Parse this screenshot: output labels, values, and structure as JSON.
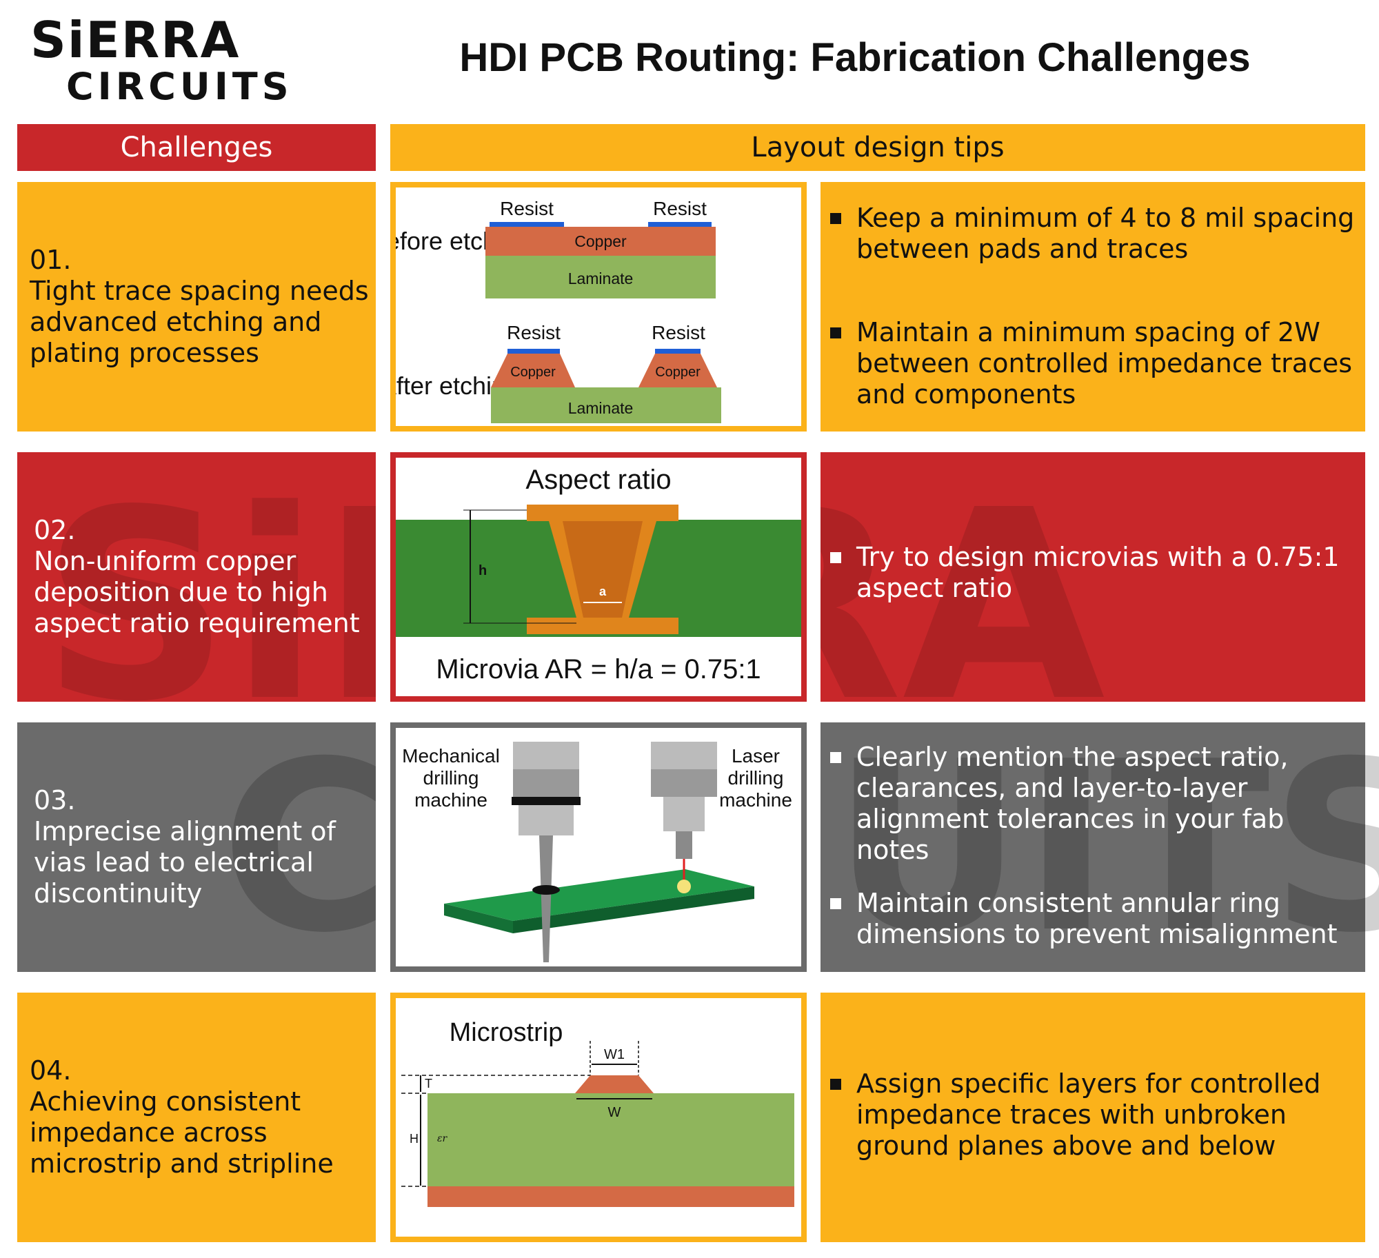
{
  "logo": {
    "line1": "SiERRA",
    "line2": "CIRCUITS"
  },
  "title": "HDI PCB Routing: Fabrication Challenges",
  "headers": {
    "challenges": "Challenges",
    "tips": "Layout design tips"
  },
  "colors": {
    "yellow": "#fbb21a",
    "red": "#c8272a",
    "grey": "#6b6b6b",
    "copper": "#d46a45",
    "laminate": "#8fb55c",
    "resist": "#1f5fd6",
    "board_green": "#3a8a32"
  },
  "rows": [
    {
      "number": "01.",
      "challenge": "Tight trace spacing needs advanced etching and plating processes",
      "tips": [
        "Keep a minimum of 4 to 8 mil spacing between pads and traces",
        "Maintain a minimum spacing of 2W between controlled impedance traces and components"
      ],
      "diagram": {
        "before": "Before etching",
        "after": "After etching",
        "resist": "Resist",
        "copper": "Copper",
        "laminate": "Laminate"
      }
    },
    {
      "number": "02.",
      "challenge": "Non-uniform copper deposition due to high aspect ratio requirement",
      "tips": [
        "Try to design microvias with a 0.75:1 aspect ratio"
      ],
      "diagram": {
        "title": "Aspect ratio",
        "h": "h",
        "a": "a",
        "formula": "Microvia AR = h/a = 0.75:1"
      }
    },
    {
      "number": "03.",
      "challenge": "Imprecise alignment of vias lead to electrical discontinuity",
      "tips": [
        "Clearly mention the aspect ratio, clearances, and layer-to-layer alignment tolerances in your fab notes",
        "Maintain consistent annular ring dimensions to prevent misalignment"
      ],
      "diagram": {
        "mech": "Mechanical drilling machine",
        "laser": "Laser drilling machine"
      }
    },
    {
      "number": "04.",
      "challenge": "Achieving consistent impedance across microstrip and stripline",
      "tips": [
        "Assign specific layers for controlled impedance traces with unbroken ground planes above and below"
      ],
      "diagram": {
        "title": "Microstrip",
        "w1": "W1",
        "w": "W",
        "t": "T",
        "h": "H",
        "er": "εr"
      }
    }
  ]
}
